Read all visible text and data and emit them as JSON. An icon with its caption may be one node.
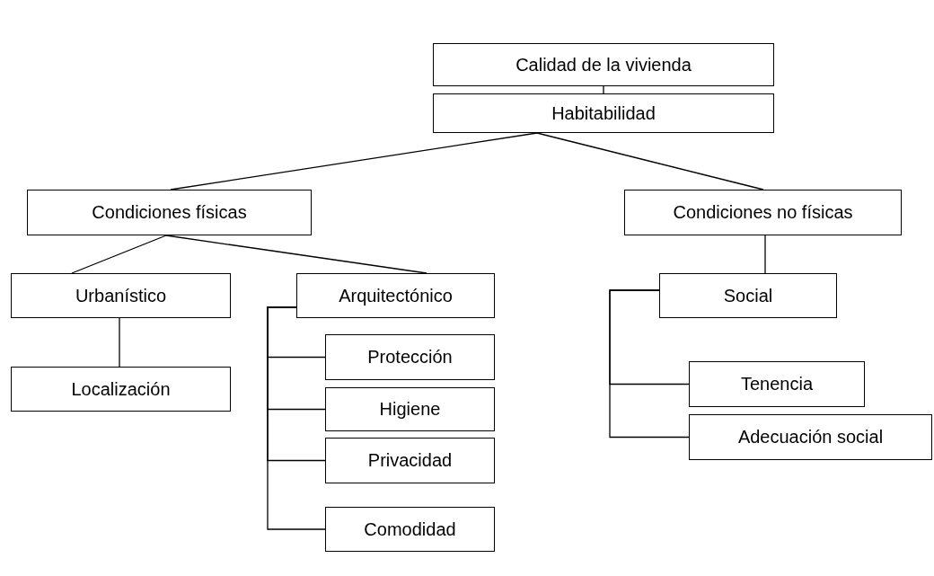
{
  "diagram": {
    "nodes": [
      {
        "text": [
          "Calidad de la vivienda"
        ]
      },
      {
        "text": [
          "Habitabilidad"
        ]
      },
      {
        "text": [
          "Condiciones físicas"
        ]
      },
      {
        "text": [
          "Condiciones no físicas"
        ]
      },
      {
        "text": [
          "Urbanístico"
        ]
      },
      {
        "text": [
          "Arquitectónico"
        ]
      },
      {
        "text": [
          "Localización"
        ]
      },
      {
        "text": [
          "Protección"
        ]
      },
      {
        "text": [
          "Higiene"
        ]
      },
      {
        "text": [
          "Privacidad"
        ]
      },
      {
        "text": [
          "Comodidad"
        ]
      },
      {
        "text": [
          "Social"
        ]
      },
      {
        "text": [
          "Tenencia"
        ]
      },
      {
        "text": [
          "Adecuación social"
        ]
      }
    ],
    "edges": [
      {
        "from": 0,
        "to": 1,
        "arrow": "none"
      },
      {
        "from": 1,
        "to": 2,
        "arrow": "none"
      },
      {
        "from": 1,
        "to": 3,
        "arrow": "none"
      },
      {
        "from": 2,
        "to": 4,
        "arrow": "none"
      },
      {
        "from": 2,
        "to": 5,
        "arrow": "none"
      },
      {
        "from": 4,
        "to": 6,
        "arrow": "none"
      },
      {
        "from": 5,
        "to": 7,
        "arrow": "none"
      },
      {
        "from": 5,
        "to": 8,
        "arrow": "none"
      },
      {
        "from": 5,
        "to": 9,
        "arrow": "none"
      },
      {
        "from": 5,
        "to": 10,
        "arrow": "none"
      },
      {
        "from": 3,
        "to": 11,
        "arrow": "none"
      },
      {
        "from": 11,
        "to": 12,
        "arrow": "none"
      },
      {
        "from": 11,
        "to": 13,
        "arrow": "none"
      }
    ]
  }
}
